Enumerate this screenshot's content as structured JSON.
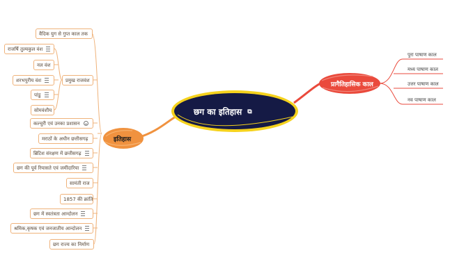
{
  "center": {
    "label": "छग का  इतिहास"
  },
  "branches": {
    "itihas": {
      "label": "इतिहास"
    },
    "pragaitihasik": {
      "label": "प्रागैतिहासिक काल"
    }
  },
  "left_nodes": {
    "vaidik": "वैदिक युग से गुप्त काल तक",
    "pramukh": "प्रमुख राजवंश",
    "rajarshi": "राजर्षि तुल्यकुल वंश",
    "nal": "नल वंश",
    "sharabhpuriya": "शरभपुरीय वंश",
    "pandu": "पांडु",
    "somvanshiya": "सोमवंशीय",
    "kalchuri": "कल्चुरी एवं उनका प्रशासन",
    "maratha": "मराठों के अधीन छत्तीसगढ़",
    "british": "ब्रिटिश संरक्षण में छत्तीसगढ़",
    "riyasat": "छग की पूर्व रियासते एवं जमींदारिया",
    "samanti": "सामंती राज",
    "kranti": "1857 की क्रांति",
    "swatantrata": "छग में स्वतंत्रता आन्दोलन",
    "shramik": "श्रमिक,कृषक एवं जनजातीय आन्दोलन",
    "nirman": "छग राज्य का निर्माण"
  },
  "right_nodes": {
    "pura": "पुरा पाषाण काल",
    "madhya": "मध्य पाषाण काल",
    "uttar": "उत्तर पाषाण काल",
    "nav": "नव पाषाण काल"
  },
  "colors": {
    "orange": "#f0923f",
    "red": "#ea4a3c",
    "navy": "#151a45",
    "yellow": "#f5d21d"
  }
}
